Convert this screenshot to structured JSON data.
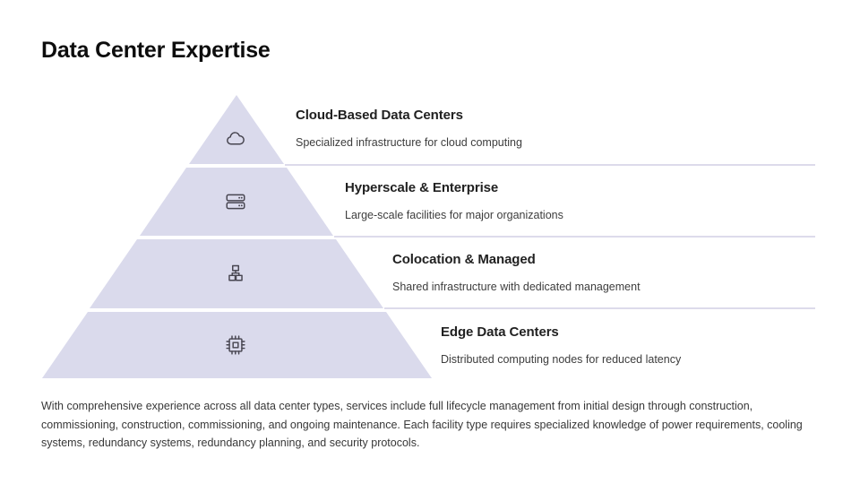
{
  "slide": {
    "title": "Data Center Expertise"
  },
  "colors": {
    "background": "#ffffff",
    "pyramid_fill": "#dadaec",
    "divider_line": "#d8d6e8",
    "icon_stroke": "#474550",
    "title_text": "#0d0d0d",
    "tier_title_text": "#212121",
    "tier_desc_text": "#3d3d3d"
  },
  "tiers": [
    {
      "icon": "cloud-icon",
      "title": "Cloud-Based Data Centers",
      "description": "Specialized infrastructure for cloud computing"
    },
    {
      "icon": "server-icon",
      "title": "Hyperscale & Enterprise",
      "description": "Large-scale facilities for major organizations"
    },
    {
      "icon": "network-nodes-icon",
      "title": "Colocation & Managed",
      "description": "Shared infrastructure with dedicated management"
    },
    {
      "icon": "cpu-chip-icon",
      "title": "Edge Data Centers",
      "description": "Distributed computing nodes for reduced latency"
    }
  ],
  "footer": {
    "text": "With comprehensive experience across all data center types, services include full lifecycle management from initial design through construction, commissioning, construction, commissioning, and ongoing maintenance. Each facility type requires specialized knowledge of power requirements, cooling systems, redundancy systems, redundancy planning, and security protocols."
  }
}
